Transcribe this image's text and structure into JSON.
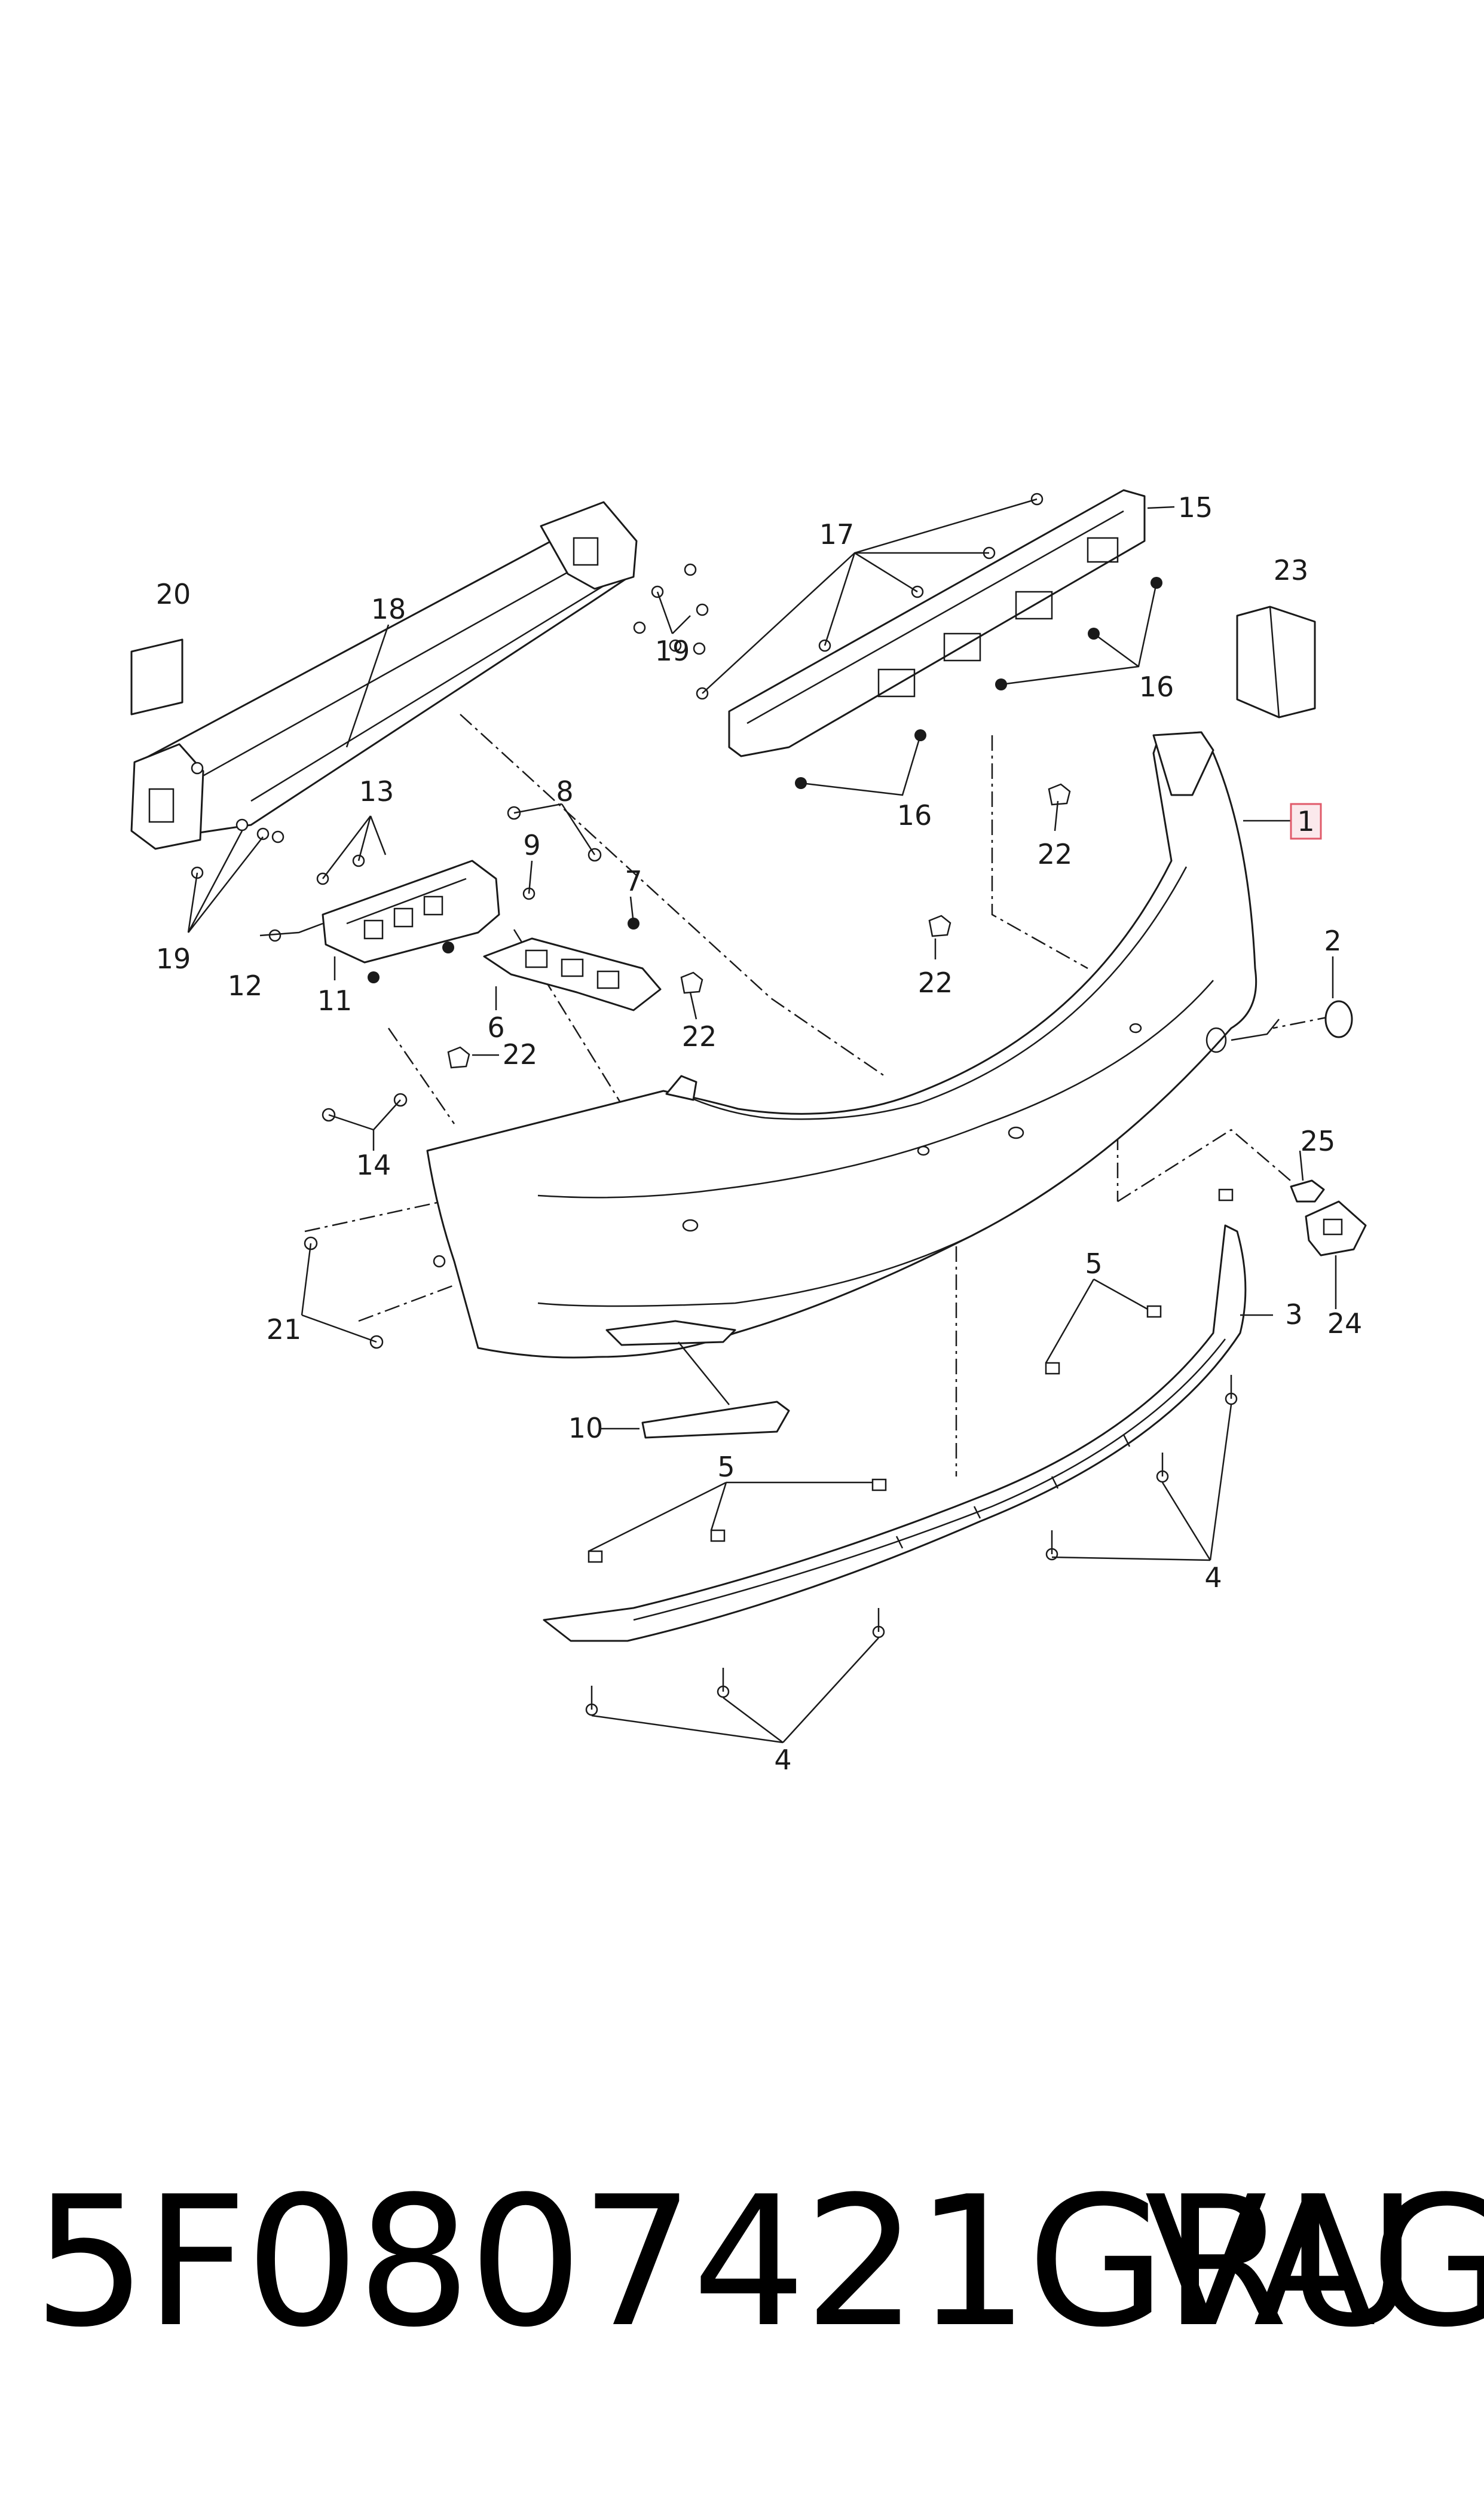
{
  "diagram": {
    "callouts": [
      "1",
      "2",
      "3",
      "4",
      "5",
      "6",
      "7",
      "8",
      "9",
      "10",
      "11",
      "12",
      "13",
      "14",
      "15",
      "16",
      "17",
      "18",
      "19",
      "20",
      "21",
      "22",
      "23",
      "24",
      "25"
    ],
    "highlight_color": "#e05a6a"
  },
  "footer": {
    "part_number": "5F0807421GRU",
    "brand": "VAG"
  }
}
